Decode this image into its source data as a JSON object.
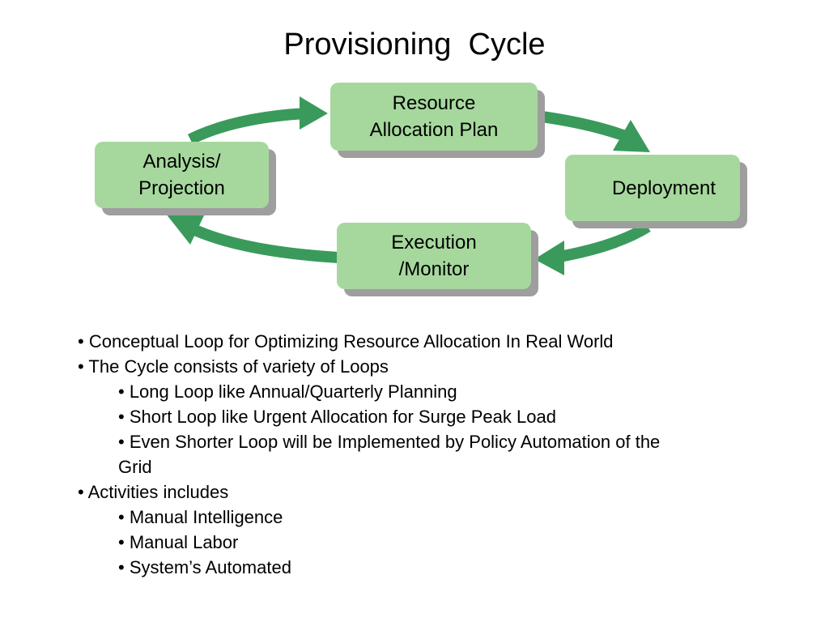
{
  "title": "Provisioning  Cycle",
  "nodes": {
    "resource": {
      "line1": "Resource",
      "line2": "Allocation Plan"
    },
    "analysis": {
      "line1": "Analysis/",
      "line2": "Projection"
    },
    "deployment": {
      "line1": "Deployment"
    },
    "execution": {
      "line1": "Execution",
      "line2": "/Monitor"
    }
  },
  "bullets": [
    "• Conceptual Loop for Optimizing Resource Allocation In Real World",
    "• The Cycle consists of variety of Loops",
    "• Long Loop like Annual/Quarterly Planning",
    "• Short Loop like Urgent Allocation for Surge Peak Load",
    "• Even Shorter Loop will be Implemented by Policy Automation of the",
    "Grid",
    "• Activities includes",
    "• Manual Intelligence",
    "• Manual Labor",
    "• System’s Automated"
  ],
  "colors": {
    "node_fill": "#a6d89d",
    "node_shadow": "#9e9e9e",
    "arrow": "#3a9a5b"
  }
}
